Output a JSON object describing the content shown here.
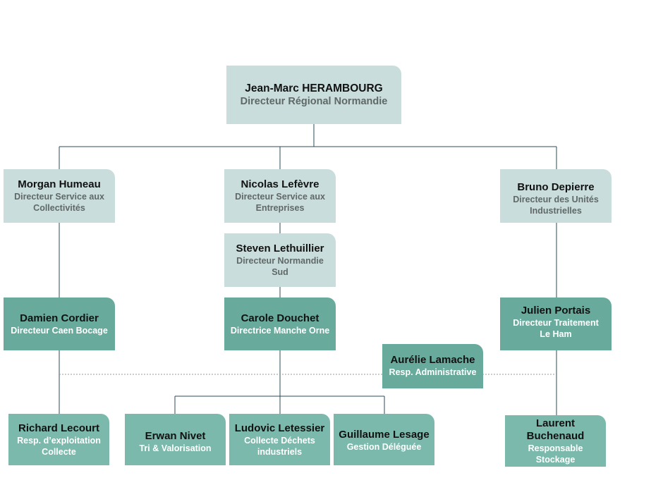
{
  "org_chart": {
    "root": {
      "name": "Jean-Marc HERAMBOURG",
      "role": "Directeur Régional Normandie"
    },
    "directors": {
      "morgan": {
        "name": "Morgan Humeau",
        "role_lines": [
          "Directeur Service aux",
          "Collectivités"
        ]
      },
      "nicolas": {
        "name": "Nicolas Lefèvre",
        "role_lines": [
          "Directeur Service aux",
          "Entreprises"
        ]
      },
      "bruno": {
        "name": "Bruno Depierre",
        "role_lines": [
          "Directeur des Unités",
          "Industrielles"
        ]
      }
    },
    "steven": {
      "name": "Steven Lethuillier",
      "role_lines": [
        "Directeur Normandie",
        "Sud"
      ]
    },
    "managers": {
      "damien": {
        "name": "Damien Cordier",
        "role": "Directeur Caen Bocage"
      },
      "carole": {
        "name": "Carole Douchet",
        "role": "Directrice Manche Orne"
      },
      "julien": {
        "name": "Julien Portais",
        "role_lines": [
          "Directeur Traitement",
          "Le Ham"
        ]
      }
    },
    "aurelie": {
      "name": "Aurélie Lamache",
      "role": "Resp. Administrative"
    },
    "staff": {
      "richard": {
        "name": "Richard Lecourt",
        "role_lines": [
          "Resp. d’exploitation",
          "Collecte"
        ]
      },
      "erwan": {
        "name": "Erwan Nivet",
        "role": "Tri & Valorisation"
      },
      "ludovic": {
        "name": "Ludovic Letessier",
        "role_lines": [
          "Collecte Déchets",
          "industriels"
        ]
      },
      "guillaume": {
        "name": "Guillaume Lesage",
        "role": "Gestion Déléguée"
      },
      "laurent": {
        "name_lines": [
          "Laurent",
          "Buchenaud"
        ],
        "role_lines": [
          "Responsable",
          "Stockage"
        ]
      }
    }
  },
  "colors": {
    "light_box": "#c9dedc",
    "mid_box": "#68ab9d",
    "teal_box": "#7ab9ab",
    "connector": "#2d4a5a",
    "dotted_connector": "#9a9a9a"
  }
}
